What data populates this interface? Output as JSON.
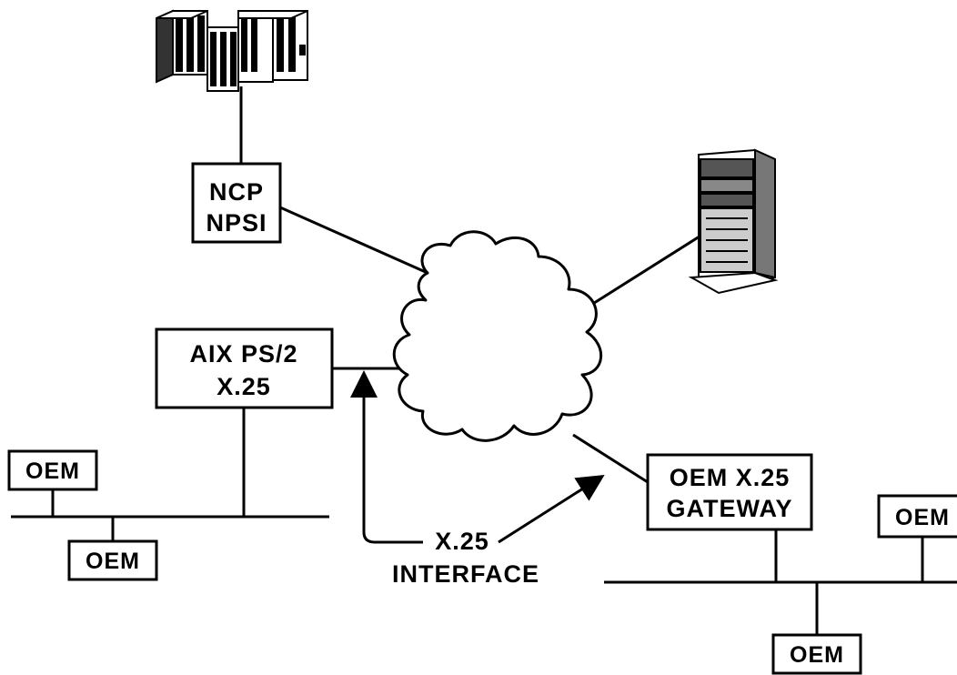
{
  "diagram": {
    "nodes": {
      "mainframe": {
        "icon": "mainframe-icon"
      },
      "server": {
        "icon": "server-tower-icon"
      },
      "network": {
        "icon": "network-cloud-icon"
      },
      "ncp_npsi": {
        "line1": "NCP",
        "line2": "NPSI"
      },
      "aix_ps2": {
        "line1": "AIX PS/2",
        "line2": "X.25"
      },
      "oem_gateway": {
        "line1": "OEM X.25",
        "line2": "GATEWAY"
      },
      "oem_left_top": {
        "label": "OEM"
      },
      "oem_left_bottom": {
        "label": "OEM"
      },
      "oem_right_top": {
        "label": "OEM"
      },
      "oem_right_bottom": {
        "label": "OEM"
      }
    },
    "annotation": {
      "line1": "X.25",
      "line2": "INTERFACE"
    },
    "colors": {
      "ink": "#000000",
      "paper": "#ffffff"
    }
  }
}
